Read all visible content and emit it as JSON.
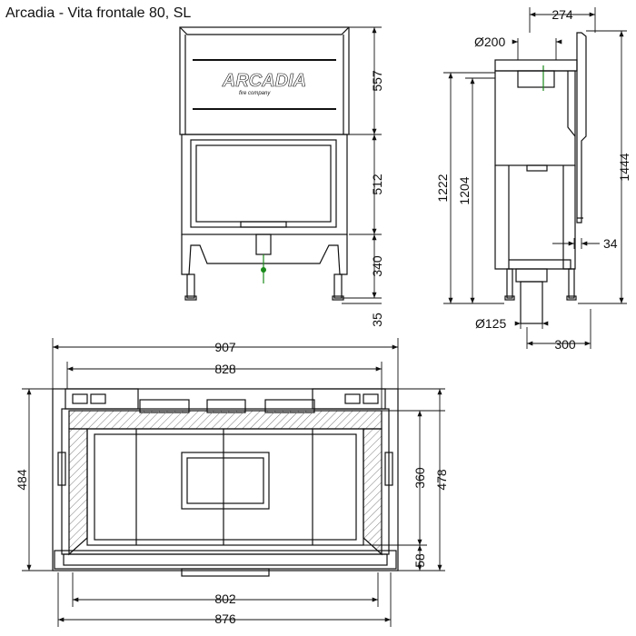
{
  "title": "Arcadia - Vita frontale 80, SL",
  "logo": {
    "brand": "ARCADIA",
    "tagline": "fire company"
  },
  "front_view": {
    "dims": {
      "hood": "557",
      "glass": "512",
      "legs": "340",
      "foot": "35"
    }
  },
  "side_view": {
    "dims": {
      "depth_top": "274",
      "flue": "Ø200",
      "h1222": "1222",
      "h1204": "1204",
      "h1444": "1444",
      "offset": "34",
      "air": "Ø125",
      "depth_bottom": "300"
    }
  },
  "plan_view": {
    "dims": {
      "w907": "907",
      "w828": "828",
      "h484": "484",
      "h360": "360",
      "h478": "478",
      "h58": "58",
      "w802": "802",
      "w876": "876"
    }
  },
  "colors": {
    "line": "#111111",
    "hatch": "#666666"
  }
}
